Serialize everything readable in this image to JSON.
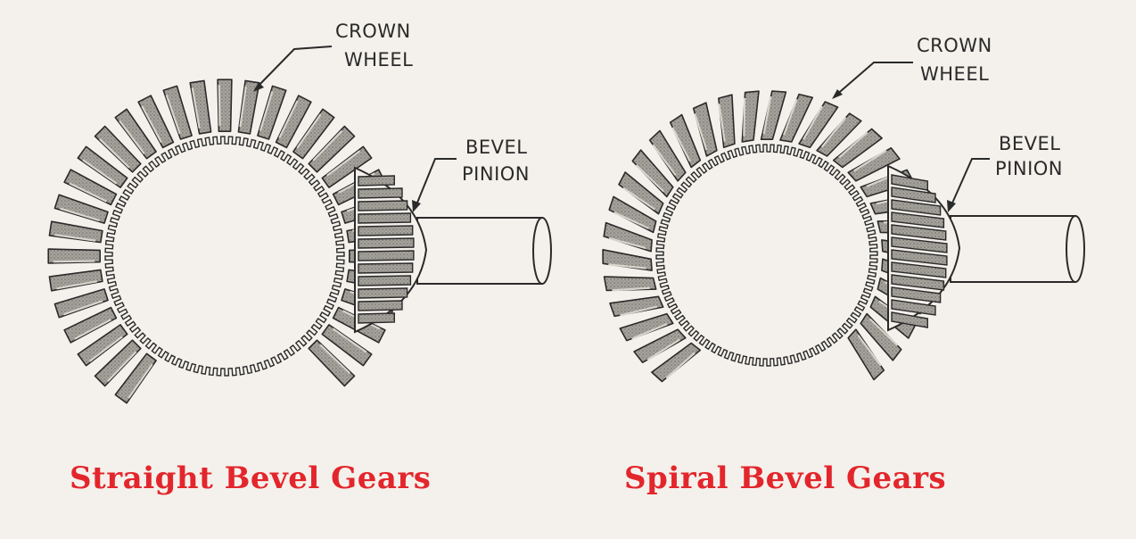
{
  "figures": [
    {
      "id": "straight",
      "gear_type": "straight",
      "caption": "Straight Bevel Gears",
      "crown_label": [
        "CROWN",
        "WHEEL"
      ],
      "pinion_label": [
        "BEVEL",
        "PINION"
      ]
    },
    {
      "id": "spiral",
      "gear_type": "spiral",
      "caption": "Spiral Bevel Gears",
      "crown_label": [
        "CROWN",
        "WHEEL"
      ],
      "pinion_label": [
        "BEVEL",
        "PINION"
      ]
    }
  ],
  "colors": {
    "background": "#f4f1ec",
    "caption": "#e3262c",
    "ink": "#2a2a2a",
    "tooth_fill": "#8f8d88",
    "tooth_fill_light": "#bdb9b2"
  }
}
